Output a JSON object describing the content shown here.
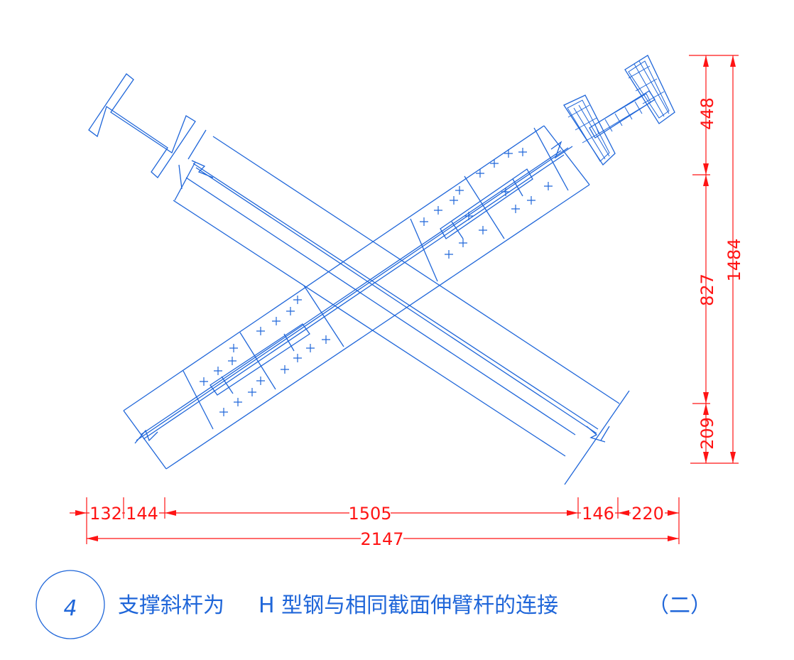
{
  "title": {
    "number": "4",
    "part1": "支撑斜杆为",
    "part2": "H 型钢与相同截面伸臂杆的连接",
    "suffix": "（二）"
  },
  "dimensions": {
    "horizontal_segments": [
      "132",
      "144",
      "1505",
      "146",
      "220"
    ],
    "horizontal_total": "2147",
    "vertical_segments": [
      "448",
      "827",
      "209"
    ],
    "vertical_total": "1484"
  },
  "colors": {
    "drawing": "#1f66d9",
    "dimension": "#ff1414",
    "background": "#ffffff"
  }
}
